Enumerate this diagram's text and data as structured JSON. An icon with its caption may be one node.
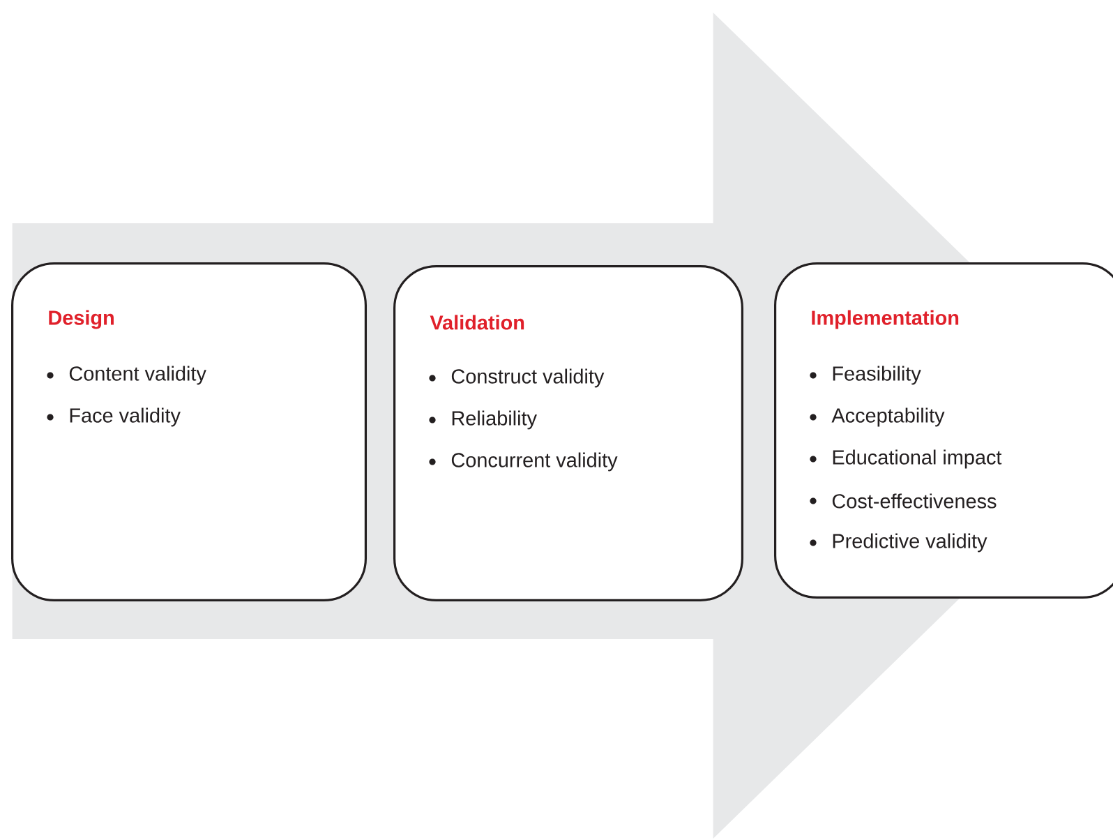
{
  "diagram": {
    "nodes": [
      {
        "text": [
          "Design",
          "Content validity",
          "Face validity"
        ]
      },
      {
        "text": [
          "Validation",
          "Construct validity",
          "Reliability",
          "Concurrent validity"
        ]
      },
      {
        "text": [
          "Implementation",
          "Feasibility",
          "Acceptability",
          "Educational impact",
          "Cost-effectiveness",
          "Predictive validity"
        ]
      }
    ],
    "edges": [
      {
        "from": 0,
        "to": 2,
        "arrow": "to"
      }
    ]
  }
}
